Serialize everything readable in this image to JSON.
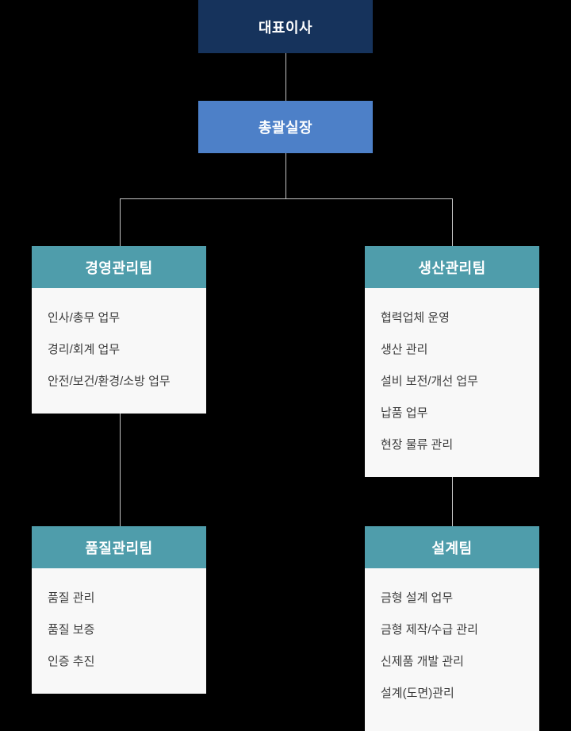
{
  "colors": {
    "background": "#000000",
    "ceo_box": "#16335c",
    "director_box": "#4d80c8",
    "team_header": "#4f9dab",
    "team_body": "#f8f8f8",
    "connector_line": "#c4c4c4",
    "header_text": "#ffffff",
    "item_text": "#3c3c3c"
  },
  "org_chart": {
    "ceo": {
      "label": "대표이사"
    },
    "director": {
      "label": "총괄실장"
    },
    "teams": [
      {
        "label": "경영관리팀",
        "items": [
          "인사/총무 업무",
          "경리/회계 업무",
          "안전/보건/환경/소방 업무"
        ]
      },
      {
        "label": "생산관리팀",
        "items": [
          "협력업체 운영",
          "생산 관리",
          "설비 보전/개선 업무",
          "납품 업무",
          "현장 물류 관리"
        ]
      },
      {
        "label": "품질관리팀",
        "items": [
          "품질 관리",
          "품질 보증",
          "인증 추진"
        ]
      },
      {
        "label": "설계팀",
        "items": [
          "금형 설계 업무",
          "금형 제작/수급 관리",
          "신제품 개발 관리",
          "설계(도면)관리"
        ]
      }
    ]
  }
}
